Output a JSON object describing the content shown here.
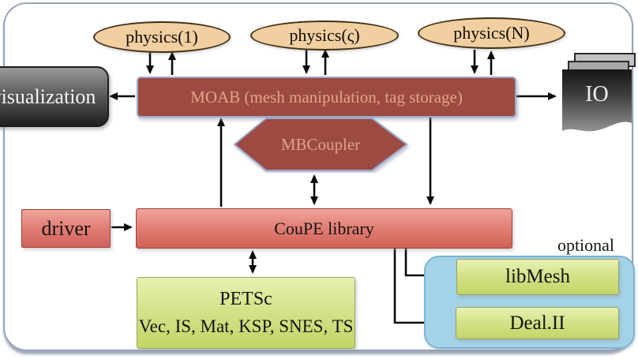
{
  "diagram": {
    "nodes": {
      "physics1": "physics(1)",
      "physicsS": "physics(ς)",
      "physicsN": "physics(N)",
      "visualization": "visualization",
      "moab": "MOAB (mesh manipulation, tag storage)",
      "mbcoupler": "MBCoupler",
      "io": "IO",
      "driver": "driver",
      "coupe": "CouPE library",
      "petsc_title": "PETSc",
      "petsc_components": "Vec, IS, Mat, KSP, SNES, TS",
      "optional_label": "optional",
      "libmesh": "libMesh",
      "dealii": "Deal.II"
    },
    "edges": [
      {
        "from": "physics(1)",
        "to": "MOAB",
        "type": "bidirectional-pair"
      },
      {
        "from": "physics(ς)",
        "to": "MOAB",
        "type": "bidirectional-pair"
      },
      {
        "from": "physics(N)",
        "to": "MOAB",
        "type": "bidirectional-pair"
      },
      {
        "from": "MOAB",
        "to": "visualization",
        "type": "arrow"
      },
      {
        "from": "MOAB",
        "to": "IO",
        "type": "arrow"
      },
      {
        "from": "CouPE library",
        "to": "MOAB",
        "type": "arrow"
      },
      {
        "from": "MOAB",
        "to": "CouPE library",
        "type": "arrow"
      },
      {
        "from": "MBCoupler",
        "to": "CouPE library",
        "type": "double-arrow"
      },
      {
        "from": "driver",
        "to": "CouPE library",
        "type": "arrow"
      },
      {
        "from": "CouPE library",
        "to": "PETSc",
        "type": "double-arrow"
      },
      {
        "from": "CouPE library",
        "to": "libMesh",
        "type": "elbow-arrow"
      },
      {
        "from": "CouPE library",
        "to": "Deal.II",
        "type": "elbow-arrow"
      }
    ],
    "colors": {
      "maroon_fill": "#9c4a42",
      "maroon_text": "#e5a385",
      "ellipse_fill": "#f1cfa0",
      "pink_fill": "#e07a70",
      "green_fill": "#cfe07e",
      "blue_group_fill": "#a4d3e8",
      "gray_dark": "#1f1f1f",
      "frame_border": "#98a3b8",
      "arrow": "#0a0a0a"
    }
  }
}
